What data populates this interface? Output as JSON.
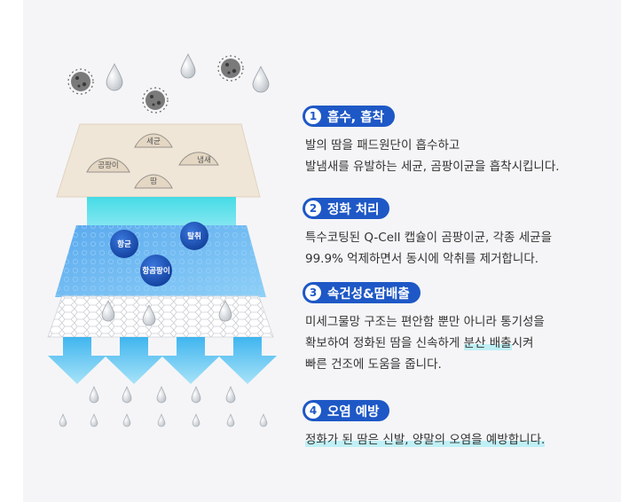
{
  "layers": {
    "top": [
      "세균",
      "곰팡이",
      "냄새",
      "땀"
    ],
    "middle": [
      "항균",
      "탈취",
      "항곰팡이"
    ]
  },
  "features": [
    {
      "number": "1",
      "title": "흡수, 흡착",
      "lines": [
        "발의 땀을 패드원단이 흡수하고",
        "발냄새를 유발하는 세균, 곰팡이균을 흡착시킵니다."
      ]
    },
    {
      "number": "2",
      "title": "정화 처리",
      "lines": [
        "특수코팅된 Q-Cell 캡슐이 곰팡이균, 각종 세균을",
        "99.9% 억제하면서 동시에 악취를  제거합니다."
      ]
    },
    {
      "number": "3",
      "title": "속건성&땀배출",
      "line1": "미세그물망 구조는 편안함 뿐만 아니라 통기성을",
      "line2_pre": "확보하여 정화된 땀을 신속하게 ",
      "line2_hl": "분산 배출",
      "line2_post": "시켜",
      "line3": "빠른 건조에 도움을 줍니다."
    },
    {
      "number": "4",
      "title": "오염 예방",
      "lines": [
        "정화가 된 땀은 신발, 양말의 오염을 예방합니다."
      ]
    }
  ],
  "colors": {
    "accent": "#1e58c6",
    "highlight": "#bff0f6",
    "top_layer": "#efe6d8",
    "mid_layer": "#6fb8f2",
    "arrows": "#52bff0"
  }
}
